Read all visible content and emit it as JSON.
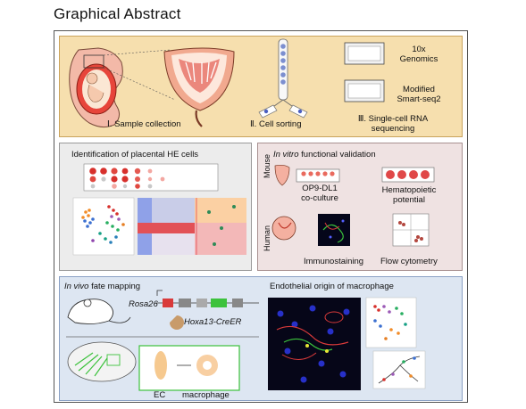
{
  "title": "Graphical Abstract",
  "sample": {
    "step1": "Ⅰ. Sample collection",
    "step2": "Ⅱ. Cell sorting",
    "step3": "Ⅲ. Single-cell RNA",
    "step3b": "sequencing",
    "tech1a": "10x",
    "tech1b": "Genomics",
    "tech2a": "Modified",
    "tech2b": "Smart-seq2"
  },
  "identification": {
    "title": "Identification of placental HE cells"
  },
  "invitro": {
    "title_italic": "In vitro",
    "title_rest": " functional validation",
    "mouse": "Mouse",
    "human": "Human",
    "op9a": "OP9-DL1",
    "op9b": "co-culture",
    "hema_a": "Hematopoietic",
    "hema_b": "potential",
    "immuno": "Immunostaining",
    "flow": "Flow cytometry"
  },
  "invivo": {
    "title_italic": "In vivo",
    "title_rest": " fate mapping",
    "rosa": "Rosa26",
    "hoxa": "Hoxa13-CreER",
    "ec": "EC",
    "macrophage": "macrophage",
    "endo_title": "Endothelial origin of macrophage"
  },
  "colors": {
    "sample_bg": "#f6dfae",
    "identification_bg": "#ececec",
    "invitro_bg": "#efe2e2",
    "invivo_bg": "#dde6f2",
    "accent_red": "#d93a3a",
    "accent_green": "#3cc23c"
  }
}
